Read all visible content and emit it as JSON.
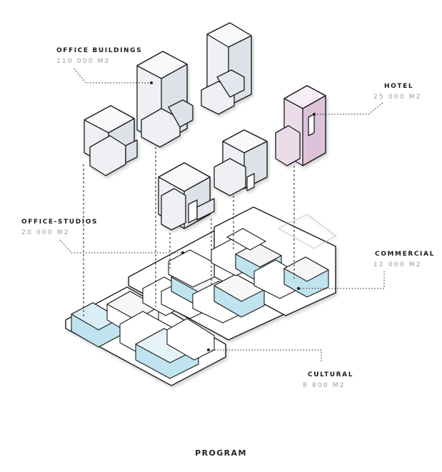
{
  "labels": {
    "office_buildings": {
      "name": "OFFICE BUILDINGS",
      "area": "110 000 M2"
    },
    "hotel": {
      "name": "HOTEL",
      "area": "25 000 M2"
    },
    "office_studios": {
      "name": "OFFICE-STUDIOS",
      "area": "20 000 M2"
    },
    "commercial": {
      "name": "COMMERCIAL",
      "area": "12 000 M2"
    },
    "cultural": {
      "name": "CULTURAL",
      "area": "8 800 M2"
    }
  },
  "caption": "PROGRAM",
  "colors": {
    "tower": "#eef0f4",
    "hotel": "#ecdcea",
    "commercial": "#bfe3ef",
    "platform": "#ffffff",
    "line": "#1a1a1a"
  }
}
